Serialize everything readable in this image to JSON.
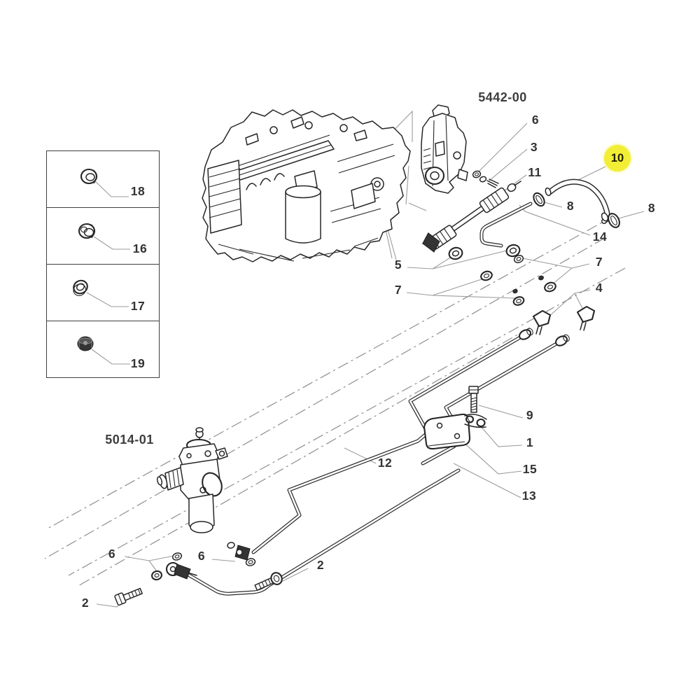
{
  "diagram": {
    "codes": {
      "top_assembly": "5442-00",
      "left_assembly": "5014-01"
    },
    "highlight": {
      "label": "10",
      "color": "#f2ee35"
    },
    "callouts": {
      "six_top": "6",
      "three": "3",
      "eleven": "11",
      "eight_left": "8",
      "eight_right": "8",
      "fourteen": "14",
      "five": "5",
      "seven_right": "7",
      "seven_left": "7",
      "four": "4",
      "nine": "9",
      "one": "1",
      "fifteen": "15",
      "thirteen": "13",
      "twelve": "12",
      "six_bottom_left": "6",
      "six_bottom_mid": "6",
      "two_bottom_left": "2",
      "two_bottom_right": "2"
    },
    "legend": {
      "items": [
        {
          "label": "18"
        },
        {
          "label": "16"
        },
        {
          "label": "17"
        },
        {
          "label": "19"
        }
      ]
    }
  }
}
